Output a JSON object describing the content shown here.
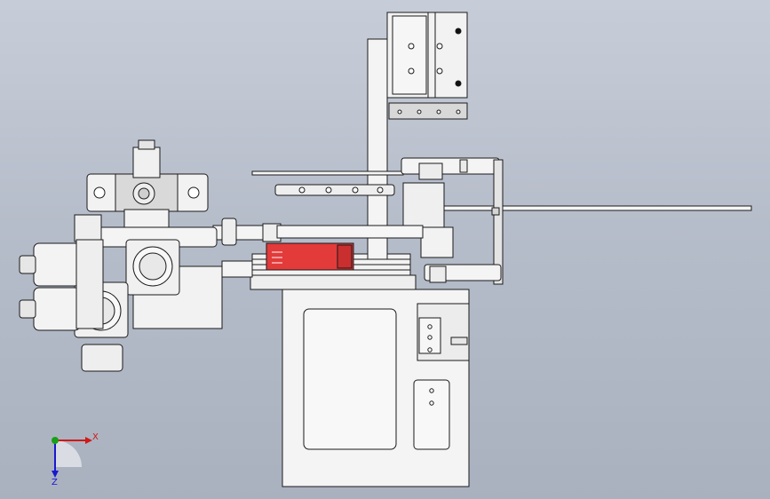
{
  "triad": {
    "x_label": "X",
    "z_label": "Z",
    "x_color": "#d01818",
    "y_color": "#18a018",
    "z_color": "#1818d0"
  },
  "colors": {
    "background_top": "#c7cdd8",
    "background_bottom": "#a9b1bf",
    "part_fill": "#f2f2f2",
    "part_edge": "#1a1a1a",
    "highlight_part": "#e33a3a",
    "metal_plate": "#d6d8d8"
  },
  "model": {
    "visible_components": [
      "top-cylinder-block",
      "vertical-post",
      "base-frame",
      "side-bracket",
      "red-slide-block",
      "guide-rods",
      "valve-manifold",
      "pressure-gauges",
      "solenoid-valves"
    ]
  }
}
